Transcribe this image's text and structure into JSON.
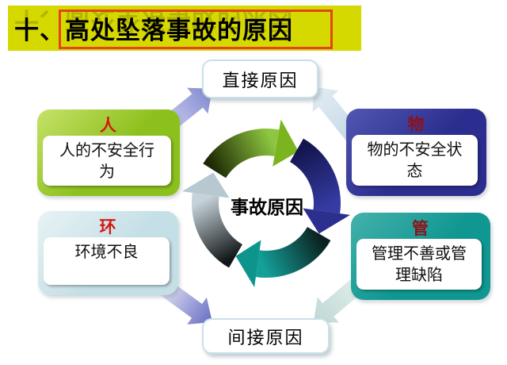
{
  "slide": {
    "title": {
      "prefix": "十、",
      "main": "高处坠落事故的原因",
      "banner_color": "#d6d900",
      "frame_color": "#e2441a"
    },
    "diagram": {
      "center_label": "事故原因",
      "top_label": "直接原因",
      "bottom_label": "间接原因",
      "pill_border_color": "#c9e0e8",
      "nodes": [
        {
          "key": "man",
          "header": "人",
          "header_color": "#d31710",
          "body": "人的不安全行为",
          "fill": "#8cc01d",
          "fill_light": "#c6e169"
        },
        {
          "key": "object",
          "header": "物",
          "header_color": "#8e1118",
          "body": "物的不安全状态",
          "fill": "#2b2e8e",
          "fill_light": "#5257b2"
        },
        {
          "key": "environment",
          "header": "环",
          "header_color": "#d31710",
          "body": "环境不良",
          "fill": "#c5dfe6",
          "fill_light": "#e8f3f5"
        },
        {
          "key": "management",
          "header": "管",
          "header_color": "#8e1118",
          "body": "管理不善或管理缺陷",
          "fill": "#109792",
          "fill_light": "#45b1ab"
        }
      ],
      "cycle": {
        "green": {
          "dark": "#1f2a05",
          "bright": "#8dc63f",
          "head": "#7ab41e"
        },
        "navy": {
          "dark": "#13154e",
          "bright": "#353ba2",
          "head": "#2b2f8e"
        },
        "teal": {
          "dark": "#0b201e",
          "bright": "#14a09a",
          "head": "#0d948d"
        },
        "gray": {
          "dark": "#121618",
          "bright": "#c6d2d8",
          "head": "#b7c8d1"
        }
      },
      "rays": {
        "upper_left": {
          "tail": "#dedff5",
          "head": "#7f87cf"
        },
        "upper_right": {
          "tail": "#c6d9e5",
          "head": "#e3edf4"
        },
        "lower_left": {
          "tail": "#eceaf8",
          "head": "#666cc2"
        },
        "lower_right": {
          "tail": "#e0edea",
          "head": "#bfd8d5"
        }
      }
    }
  }
}
